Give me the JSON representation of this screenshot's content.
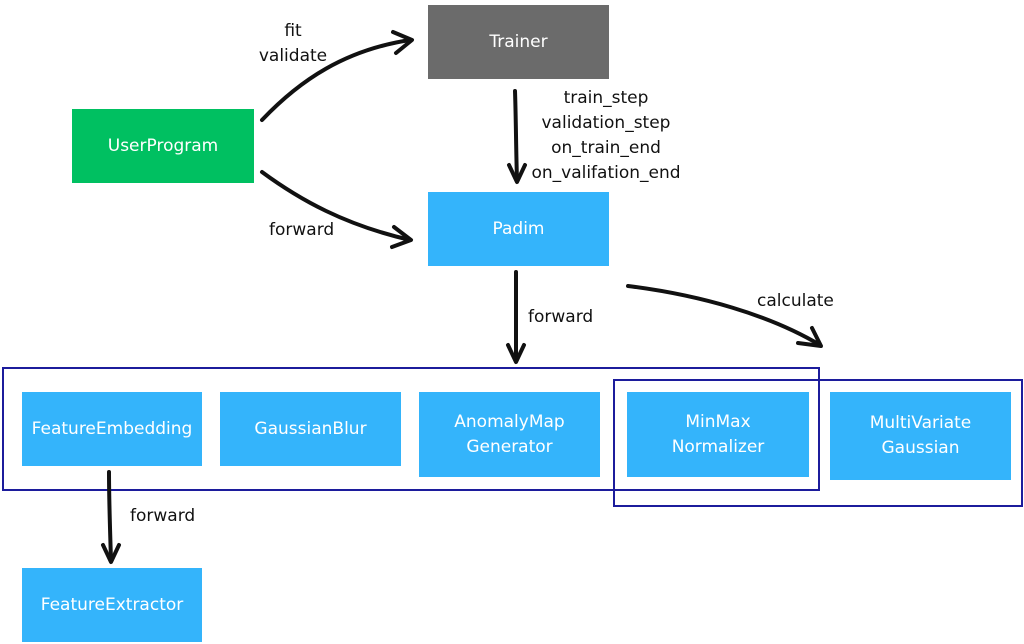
{
  "nodes": {
    "user_program": "UserProgram",
    "trainer": "Trainer",
    "padim": "Padim",
    "feature_embedding": "FeatureEmbedding",
    "gaussian_blur": "GaussianBlur",
    "anomaly_map_generator": [
      "AnomalyMap",
      "Generator"
    ],
    "minmax_normalizer": [
      "MinMax",
      "Normalizer"
    ],
    "multivariate_gaussian": [
      "MultiVariate",
      "Gaussian"
    ],
    "feature_extractor": "FeatureExtractor"
  },
  "edges": {
    "userprogram_to_trainer": [
      "fit",
      "validate"
    ],
    "userprogram_to_padim": "forward",
    "trainer_to_padim": [
      "train_step",
      "validation_step",
      "on_train_end",
      "on_valifation_end"
    ],
    "padim_to_components": "forward",
    "padim_to_gaussian": "calculate",
    "embedding_to_extractor": "forward"
  },
  "colors": {
    "start_node": "#00c061",
    "trainer_node": "#6b6b6b",
    "component_node": "#34b4fb",
    "group_border": "#1c1c9c",
    "arrow": "#111111"
  }
}
